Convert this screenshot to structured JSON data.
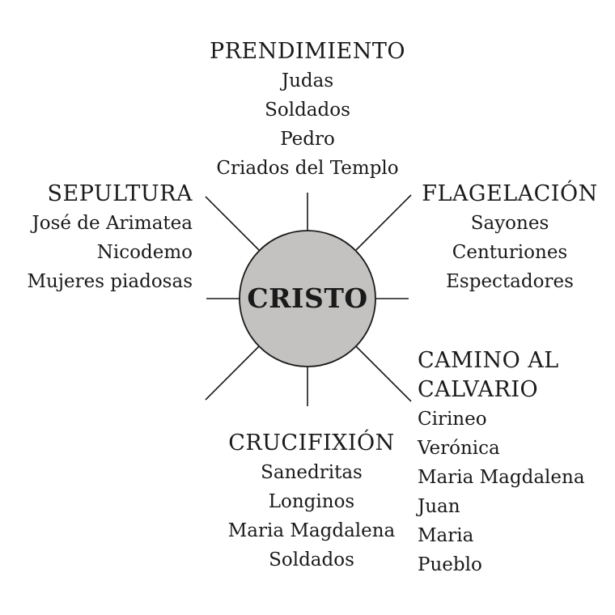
{
  "center": {
    "label": "CRISTO",
    "fill": "#c4c2c0",
    "stroke": "#1a1a1a"
  },
  "groups": {
    "prendimiento": {
      "title": "PRENDIMIENTO",
      "items": [
        "Judas",
        "Soldados",
        "Pedro",
        "Criados del Templo"
      ]
    },
    "sepultura": {
      "title": "SEPULTURA",
      "items": [
        "José de Arimatea",
        "Nicodemo",
        "Mujeres piadosas"
      ]
    },
    "flagelacion": {
      "title": "FLAGELACIÓN",
      "items": [
        "Sayones",
        "Centuriones",
        "Espectadores"
      ]
    },
    "camino": {
      "title_line1": "CAMINO AL",
      "title_line2": "CALVARIO",
      "items": [
        "Cirineo",
        "Verónica",
        "Maria Magdalena",
        "Juan",
        "Maria",
        "Pueblo"
      ]
    },
    "crucifixion": {
      "title": "CRUCIFIXIÓN",
      "items": [
        "Sanedritas",
        "Longinos",
        "Maria Magdalena",
        "Soldados"
      ]
    }
  }
}
